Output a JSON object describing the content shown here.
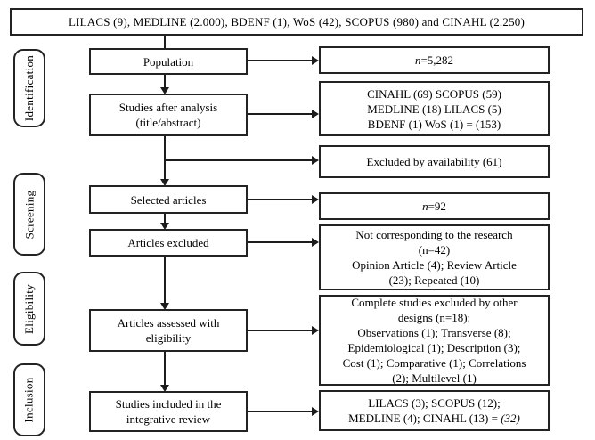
{
  "colors": {
    "background": "#ffffff",
    "border": "#232323",
    "line": "#1c1c1c",
    "text": "#000000"
  },
  "top_box": {
    "text": "LILACS (9), MEDLINE (2.000), BDENF (1), WoS (42), SCOPUS (980) and CINAHL (2.250)"
  },
  "stages": [
    "Identification",
    "Screening",
    "Eligibility",
    "Inclusion"
  ],
  "process": {
    "population": "Population",
    "studies_after_analysis": "Studies after analysis\n(title/abstract)",
    "selected_articles": "Selected articles",
    "articles_excluded": "Articles excluded",
    "articles_assessed": "Articles assessed with\neligibility",
    "studies_included": "Studies included in the\nintegrative review"
  },
  "results": {
    "n_population": {
      "italic": "n",
      "text": "=5,282"
    },
    "after_analysis_counts": "CINAHL (69) SCOPUS (59)\nMEDLINE (18) LILACS (5)\nBDENF (1) WoS (1) = (153)",
    "excluded_availability": "Excluded by availability (61)",
    "n_selected": {
      "italic": "n",
      "text": "=92"
    },
    "not_corresponding": "Not corresponding to the research\n(n=42)\nOpinion Article (4); Review Article\n(23); Repeated (10)",
    "complete_excluded": "Complete studies excluded by other\ndesigns (n=18):\nObservations (1); Transverse (8);\nEpidemiological (1); Description (3);\nCost (1); Comparative (1); Correlations\n(2); Multilevel (1)",
    "included_counts": {
      "text": "LILACS (3); SCOPUS (12);\nMEDLINE (4); CINAHL (13) = ",
      "italic_suffix": "(32)"
    }
  }
}
